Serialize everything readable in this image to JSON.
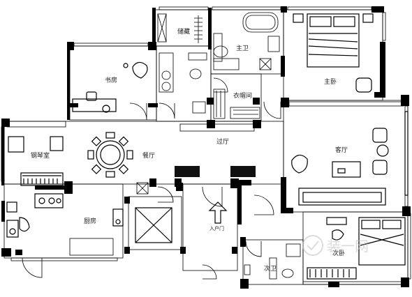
{
  "rooms": {
    "storage": "储藏",
    "master_bath": "主卫",
    "master_bedroom": "主卧",
    "study": "书房",
    "closet": "衣帽间",
    "piano_room": "钢琴室",
    "restaurant": "餐厅",
    "hallway": "过厅",
    "living_room": "客厅",
    "kitchen": "厨房",
    "entrance": "入户门",
    "second_bath": "次卫",
    "second_bedroom": "次卧"
  },
  "watermark": "装一网"
}
